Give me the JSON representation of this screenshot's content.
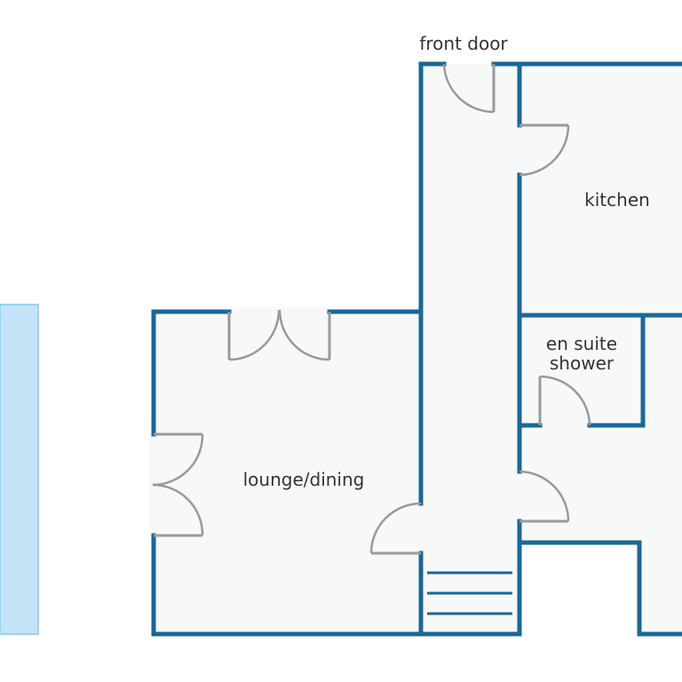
{
  "labels": {
    "front_door": "front door",
    "kitchen": "kitchen",
    "en_suite_line1": "en suite",
    "en_suite_line2": "shower",
    "lounge_dining": "lounge/dining"
  },
  "colors": {
    "wall": "#1a6796",
    "floor": "#f7f8f8",
    "door": "#9a9a9a",
    "garden": "#c3e3f7",
    "garden_border": "#9bd1f1",
    "text": "#333333",
    "background": "#ffffff"
  }
}
